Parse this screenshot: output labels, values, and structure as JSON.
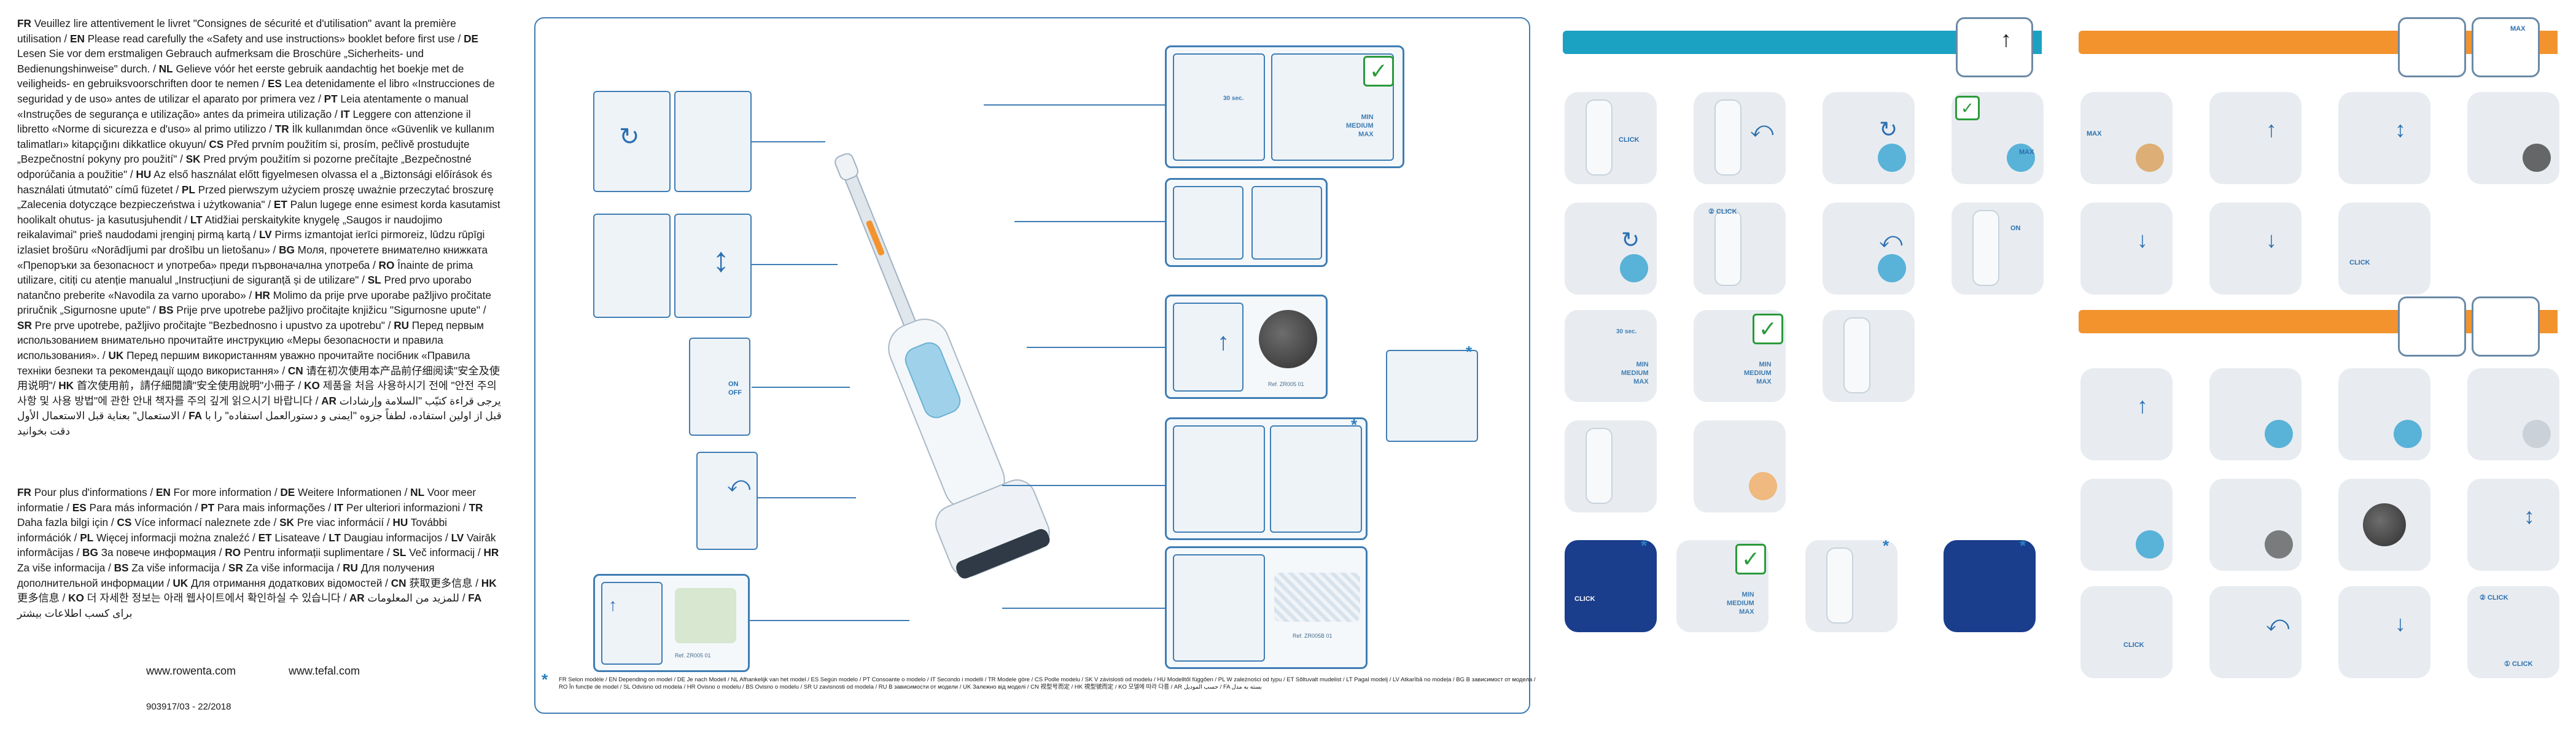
{
  "safety_notice": [
    {
      "code": "FR",
      "text": " Veuillez lire attentivement le livret \"Consignes de sécurité et d'utilisation\" avant la première utilisation / "
    },
    {
      "code": "EN",
      "text": " Please read carefully the «Safety and use instructions» booklet before first use / "
    },
    {
      "code": "DE",
      "text": " Lesen Sie vor dem erstmaligen Gebrauch aufmerksam die Broschüre „Sicherheits- und Bedienungshinweise\" durch. / "
    },
    {
      "code": "NL",
      "text": " Gelieve vóór het eerste gebruik aandachtig het boekje met de veiligheids- en gebruiksvoorschriften door te nemen / "
    },
    {
      "code": "ES",
      "text": " Lea detenidamente el libro «Instrucciones de seguridad y de uso» antes de utilizar el aparato por primera vez / "
    },
    {
      "code": "PT",
      "text": " Leia atentamente o manual «Instruções de segurança e utilização» antes da primeira utilização / "
    },
    {
      "code": "IT",
      "text": " Leggere con attenzione il libretto «Norme di sicurezza e d'uso» al primo utilizzo / "
    },
    {
      "code": "TR",
      "text": " İlk kullanımdan önce «Güvenlik ve kullanım talimatları» kitapçığını dikkatlice okuyun/ "
    },
    {
      "code": "CS",
      "text": " Před prvním použitím si, prosím, pečlivě prostudujte „Bezpečnostní pokyny pro použití\" / "
    },
    {
      "code": "SK",
      "text": " Pred prvým použitím si pozorne prečítajte „Bezpečnostné odporúčania a použitie\" / "
    },
    {
      "code": "HU",
      "text": " Az első használat előtt figyelmesen olvassa el a „Biztonsági előírások és használati útmutató\" című füzetet / "
    },
    {
      "code": "PL",
      "text": " Przed pierwszym użyciem proszę uważnie przeczytać broszurę „Zalecenia dotyczące bezpieczeństwa i użytkowania\" / "
    },
    {
      "code": "ET",
      "text": " Palun lugege enne esimest korda kasutamist hoolikalt ohutus- ja kasutusjuhendit / "
    },
    {
      "code": "LT",
      "text": " Atidžiai perskaitykite knygelę „Saugos ir naudojimo reikalavimai\" prieš naudodami įrenginį pirmą kartą / "
    },
    {
      "code": "LV",
      "text": " Pirms izmantojat ierīci pirmoreiz, lūdzu rūpīgi izlasiet brošūru «Norādījumi par drošību un lietošanu» / "
    },
    {
      "code": "BG",
      "text": " Моля, прочетете внимателно книжката «Препоръки за безопасност и употреба» преди първоначална употреба / "
    },
    {
      "code": "RO",
      "text": " Înainte de prima utilizare, citiți cu atenție manualul „Instrucțiuni de siguranță și de utilizare\" / "
    },
    {
      "code": "SL",
      "text": " Pred prvo uporabo natančno preberite «Navodila za varno uporabo» / "
    },
    {
      "code": "HR",
      "text": " Molimo da prije prve uporabe pažljivo pročitate priručnik „Sigurnosne upute\" / "
    },
    {
      "code": "BS",
      "text": " Prije prve upotrebe pažljivo pročitajte knjižicu \"Sigurnosne upute\" / "
    },
    {
      "code": "SR",
      "text": " Pre prve upotrebe, pažljivo pročitajte \"Bezbednosno i upustvo za upotrebu\" / "
    },
    {
      "code": "RU",
      "text": " Перед первым использованием внимательно прочитайте инструкцию «Меры безопасности и правила использования». / "
    },
    {
      "code": "UK",
      "text": " Перед першим використанням уважно прочитайте посібник «Правила техніки безпеки та рекомендації щодо використання» / "
    },
    {
      "code": "CN",
      "text": " 请在初次使用本产品前仔细阅读\"安全及使用说明\"/ "
    },
    {
      "code": "HK",
      "text": " 首次使用前，請仔細閱讀\"安全使用說明\"小冊子 / "
    },
    {
      "code": "KO",
      "text": " 제품을 처음 사용하시기 전에 \"안전 주의사항 및 사용 방법\"에 관한 안내 책자를 주의 깊게 읽으시기 바랍니다 / "
    },
    {
      "code": "AR",
      "text": " يرجى قراءة كتيّب \"السلامة وإرشادات الاستعمال\" بعناية قبل الاستعمال الأول / "
    },
    {
      "code": "FA",
      "text": " قبل از اولین استفاده، لطفاً جزوه \"ایمنی و دستورالعمل استفاده\" را با دقت بخوانید"
    }
  ],
  "more_info": [
    {
      "code": "FR",
      "text": " Pour plus d'informations / "
    },
    {
      "code": "EN",
      "text": " For more information / "
    },
    {
      "code": "DE",
      "text": " Weitere Informationen / "
    },
    {
      "code": "NL",
      "text": " Voor meer informatie / "
    },
    {
      "code": "ES",
      "text": " Para más información / "
    },
    {
      "code": "PT",
      "text": " Para mais informações / "
    },
    {
      "code": "IT",
      "text": " Per ulteriori informazioni / "
    },
    {
      "code": "TR",
      "text": " Daha fazla bilgi için / "
    },
    {
      "code": "CS",
      "text": " Více informací naleznete zde / "
    },
    {
      "code": "SK",
      "text": " Pre viac informácií / "
    },
    {
      "code": "HU",
      "text": " További információk / "
    },
    {
      "code": "PL",
      "text": " Więcej informacji można znaleźć / "
    },
    {
      "code": "ET",
      "text": " Lisateave / "
    },
    {
      "code": "LT",
      "text": " Daugiau informacijos / "
    },
    {
      "code": "LV",
      "text": " Vairāk informācijas / "
    },
    {
      "code": "BG",
      "text": " За повече информация / "
    },
    {
      "code": "RO",
      "text": " Pentru informații suplimentare / "
    },
    {
      "code": "SL",
      "text": " Več informacij / "
    },
    {
      "code": "HR",
      "text": " Za više informacija / "
    },
    {
      "code": "BS",
      "text": " Za više informacija / "
    },
    {
      "code": "SR",
      "text": " Za više informacija / "
    },
    {
      "code": "RU",
      "text": " Для получения дополнительной информации / "
    },
    {
      "code": "UK",
      "text": " Для отримання додаткових відомостей / "
    },
    {
      "code": "CN",
      "text": " 获取更多信息 / "
    },
    {
      "code": "HK",
      "text": " 更多信息 / "
    },
    {
      "code": "KO",
      "text": " 더 자세한 정보는 아래 웹사이트에서 확인하실 수 있습니다 / "
    },
    {
      "code": "AR",
      "text": " للمزيد من المعلومات / "
    },
    {
      "code": "FA",
      "text": " برای کسب اطلاعات بیشتر"
    }
  ],
  "websites": {
    "rowenta": "www.rowenta.com",
    "tefal": "www.tefal.com"
  },
  "reference": "903917/03 - 22/2018",
  "panel": {
    "time_label": "30 sec.",
    "level_min": "MIN",
    "level_medium": "MEDIUM",
    "level_max": "MAX",
    "onoff_on": "ON",
    "onoff_off": "OFF",
    "ref_pad_disc": "Ref. ZR005 01",
    "ref_pad_mop": "Ref. ZR005B 01",
    "ref_filter": "Ref. ZR005 01",
    "asterisk": "*"
  },
  "footnote": "FR Selon modèle / EN Depending on model / DE Je nach Modell / NL Afhankelijk van het model / ES Según modelo / PT Consoante o modelo / IT Secondo i modelli / TR Modele göre / CS Podle modelu / SK V závislosti od modelu / HU Modelltől függően / PL W zależności od typu / ET Sõltuvalt mudelist / LT Pagal modelį / LV Atkarībā no modeļa / BG В зависимост от модела / RO În funcție de model / SL Odvisno od modela / HR Ovisno o modelu / BS Ovisno o modelu / SR U zavisnosti od modela / RU В зависимости от модели / UK Залежно від моделі / CN 视型号而定 / HK 視型號而定 / KO 모델에 따라 다름 / AR حسب الموديل / FA بسته به مدل",
  "right_sections": {
    "click_label": "CLICK",
    "max_label": "MAX",
    "on_label": "ON",
    "click_num": "② CLICK",
    "click_one": "① CLICK"
  },
  "colors": {
    "blue_accent": "#3f7db3",
    "teal_bar": "#1ba1c2",
    "orange_bar": "#f2932e",
    "check_green": "#2a9a3a"
  }
}
